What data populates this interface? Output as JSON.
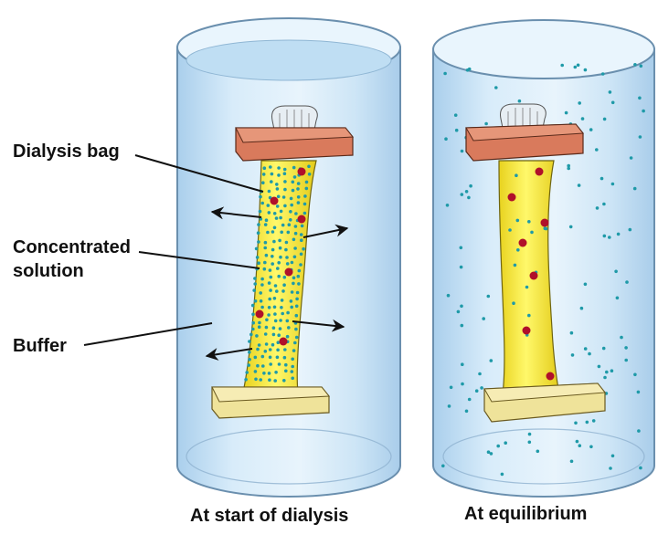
{
  "labels": {
    "dialysis_bag": "Dialysis bag",
    "concentrated_line1": "Concentrated",
    "concentrated_line2": "solution",
    "buffer": "Buffer"
  },
  "captions": {
    "start": "At start of dialysis",
    "equilibrium": "At equilibrium"
  },
  "colors": {
    "buffer_fill": "#cfe6f6",
    "glass_edge": "#6a8fae",
    "bag_fill": "#fbf04a",
    "clamp_top": "#d97a5c",
    "clamp_bottom": "#efe39a",
    "small_molecule": "#1f9aa8",
    "large_molecule": "#b0102a"
  }
}
